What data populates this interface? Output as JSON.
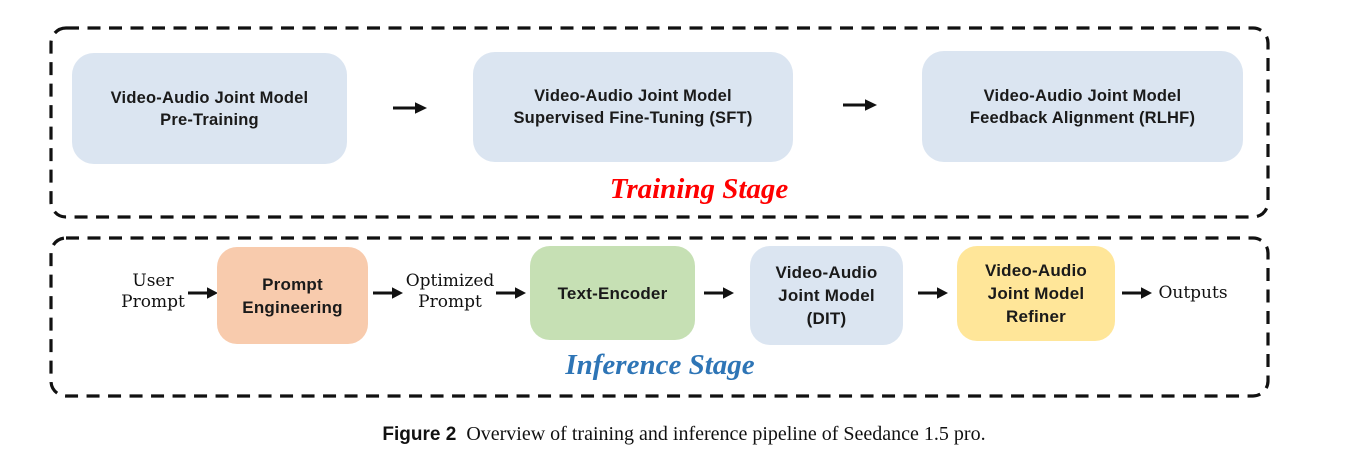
{
  "colors": {
    "frame_border": "#111111",
    "box_blue": "#dbe5f1",
    "box_orange": "#f8cbad",
    "box_green": "#c6e0b4",
    "box_yellow": "#ffe699",
    "training_label": "#ff0000",
    "inference_label": "#2e75b6",
    "arrow": "#111111"
  },
  "training_stage": {
    "label": "Training Stage",
    "boxes": [
      {
        "line1": "Video-Audio Joint Model",
        "line2": "Pre-Training"
      },
      {
        "line1": "Video-Audio Joint Model",
        "line2": "Supervised Fine-Tuning (SFT)"
      },
      {
        "line1": "Video-Audio Joint Model",
        "line2": "Feedback Alignment (RLHF)"
      }
    ]
  },
  "inference_stage": {
    "label": "Inference Stage",
    "user_prompt": {
      "line1": "User",
      "line2": "Prompt"
    },
    "prompt_engineering": {
      "line1": "Prompt",
      "line2": "Engineering"
    },
    "optimized_prompt": {
      "line1": "Optimized",
      "line2": "Prompt"
    },
    "text_encoder": {
      "label": "Text-Encoder"
    },
    "joint_model_dit": {
      "line1": "Video-Audio",
      "line2": "Joint Model",
      "line3": "(DIT)"
    },
    "joint_model_refiner": {
      "line1": "Video-Audio",
      "line2": "Joint Model",
      "line3": "Refiner"
    },
    "outputs": {
      "label": "Outputs"
    }
  },
  "caption": {
    "tag": "Figure 2",
    "text": "Overview of training and inference pipeline of Seedance 1.5 pro."
  }
}
